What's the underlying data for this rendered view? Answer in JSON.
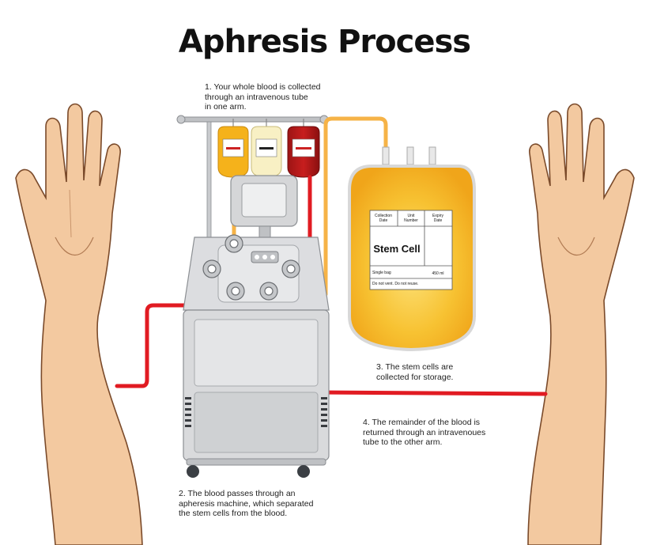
{
  "title": "Aphresis Process",
  "steps": {
    "step1": {
      "text": "1. Your whole blood is collected\nthrough an intravenous tube\nin one arm."
    },
    "step2": {
      "text": "2. The blood passes through an\napheresis machine, which separated\nthe stem cells from the blood."
    },
    "step3": {
      "text": "3. The stem cells are\ncollected for storage."
    },
    "step4": {
      "text": "4. The remainder of the blood is\nreturned through an intravenoues\ntube to the other arm."
    }
  },
  "stem_cell_bag": {
    "label": "Stem Cell",
    "header_collection": "Collection\nDate",
    "header_unit": "Unit\nNumber",
    "header_expiry": "Expiry\nDate",
    "volume": "450 ml",
    "single_bag": "Single bag",
    "warning": "Do not vent. Do not reuse."
  },
  "colors": {
    "blood_red": "#e11b22",
    "plasma_orange": "#f6b347",
    "stem_yellow": "#f4b422",
    "skin": "#f3c9a0",
    "skin_outline": "#7a4a2a",
    "machine_gray": "#d9dadc"
  }
}
